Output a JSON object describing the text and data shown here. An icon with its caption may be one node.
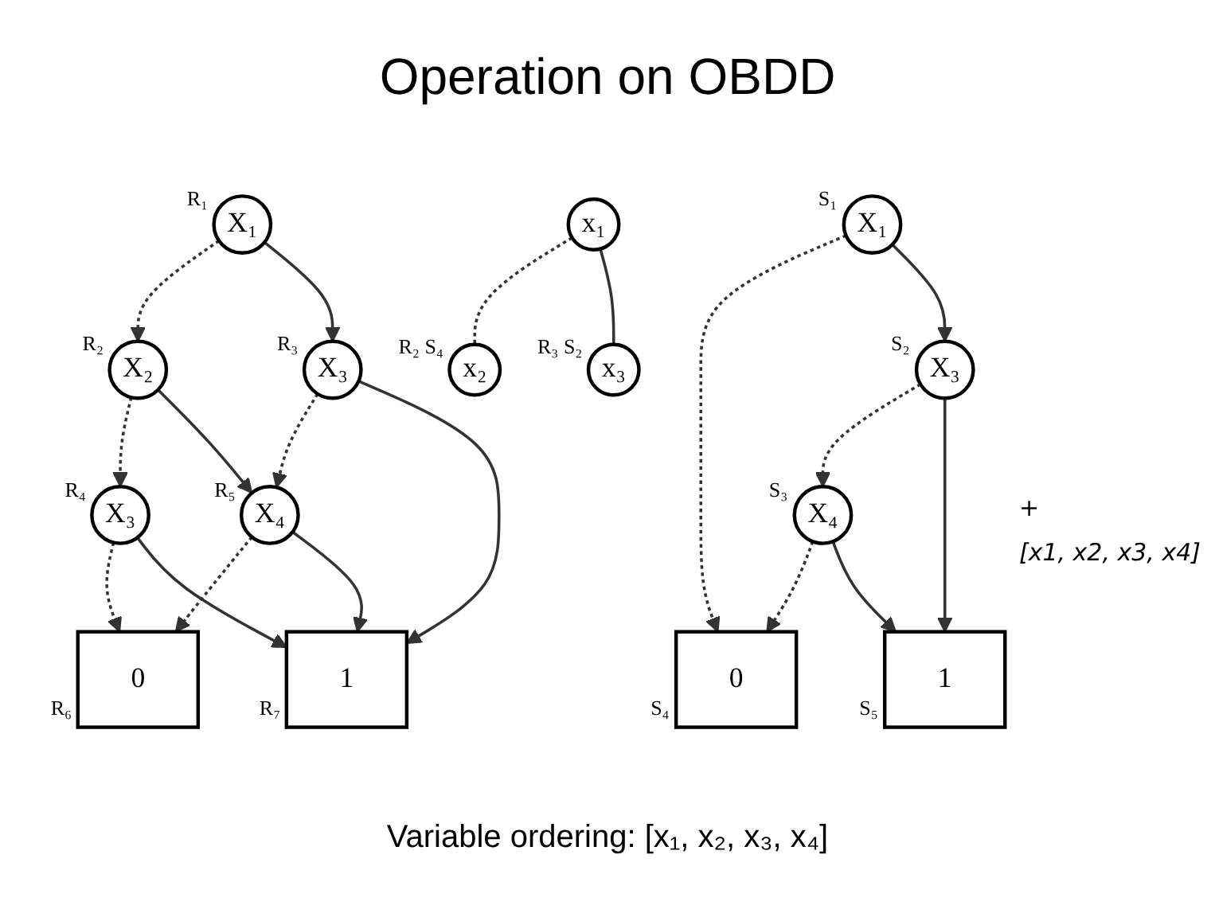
{
  "diagram": {
    "title": "Operation on OBDD",
    "nodes": [
      {
        "text": [
          "X₁"
        ],
        "beside": [
          "R₁"
        ]
      },
      {
        "text": [
          "X₂"
        ],
        "beside": [
          "R₂"
        ]
      },
      {
        "text": [
          "X₃"
        ],
        "beside": [
          "R₃"
        ]
      },
      {
        "text": [
          "X₃"
        ],
        "beside": [
          "R₄"
        ]
      },
      {
        "text": [
          "X₄"
        ],
        "beside": [
          "R₅"
        ]
      },
      {
        "text": [
          "0"
        ],
        "beside": [
          "R₆"
        ]
      },
      {
        "text": [
          "1"
        ],
        "beside": [
          "R₇"
        ]
      },
      {
        "text": [
          "x₁"
        ]
      },
      {
        "text": [
          "x₂"
        ],
        "beside": [
          "R₂ S₄"
        ]
      },
      {
        "text": [
          "x₃"
        ],
        "beside": [
          "R₃ S₂"
        ]
      },
      {
        "text": [
          "X₁"
        ],
        "beside": [
          "S₁"
        ]
      },
      {
        "text": [
          "X₃"
        ],
        "beside": [
          "S₂"
        ]
      },
      {
        "text": [
          "X₄"
        ],
        "beside": [
          "S₃"
        ]
      },
      {
        "text": [
          "0"
        ],
        "beside": [
          "S₄"
        ]
      },
      {
        "text": [
          "1"
        ],
        "beside": [
          "S₅"
        ]
      }
    ],
    "edges": [
      {
        "from": 0,
        "to": 1,
        "arrow": "to",
        "style": "dashed"
      },
      {
        "from": 0,
        "to": 2,
        "arrow": "to"
      },
      {
        "from": 1,
        "to": 3,
        "arrow": "to",
        "style": "dashed"
      },
      {
        "from": 1,
        "to": 4,
        "arrow": "to"
      },
      {
        "from": 2,
        "to": 4,
        "arrow": "to",
        "style": "dashed"
      },
      {
        "from": 2,
        "to": 6,
        "arrow": "to"
      },
      {
        "from": 3,
        "to": 5,
        "arrow": "to",
        "style": "dashed"
      },
      {
        "from": 3,
        "to": 6,
        "arrow": "to"
      },
      {
        "from": 4,
        "to": 5,
        "arrow": "to",
        "style": "dashed"
      },
      {
        "from": 4,
        "to": 6,
        "arrow": "to"
      },
      {
        "from": 7,
        "to": 8,
        "arrow": "none",
        "style": "dashed"
      },
      {
        "from": 7,
        "to": 9,
        "arrow": "none"
      },
      {
        "from": 10,
        "to": 13,
        "arrow": "to",
        "style": "dashed"
      },
      {
        "from": 10,
        "to": 11,
        "arrow": "to"
      },
      {
        "from": 11,
        "to": 12,
        "arrow": "to",
        "style": "dashed"
      },
      {
        "from": 11,
        "to": 14,
        "arrow": "to"
      },
      {
        "from": 12,
        "to": 13,
        "arrow": "to",
        "style": "dashed"
      },
      {
        "from": 12,
        "to": 14,
        "arrow": "to"
      }
    ],
    "labels": [
      "+",
      "[x1, x2, x3, x4]"
    ],
    "caption": "Variable ordering: [x₁, x₂, x₃, x₄]"
  }
}
